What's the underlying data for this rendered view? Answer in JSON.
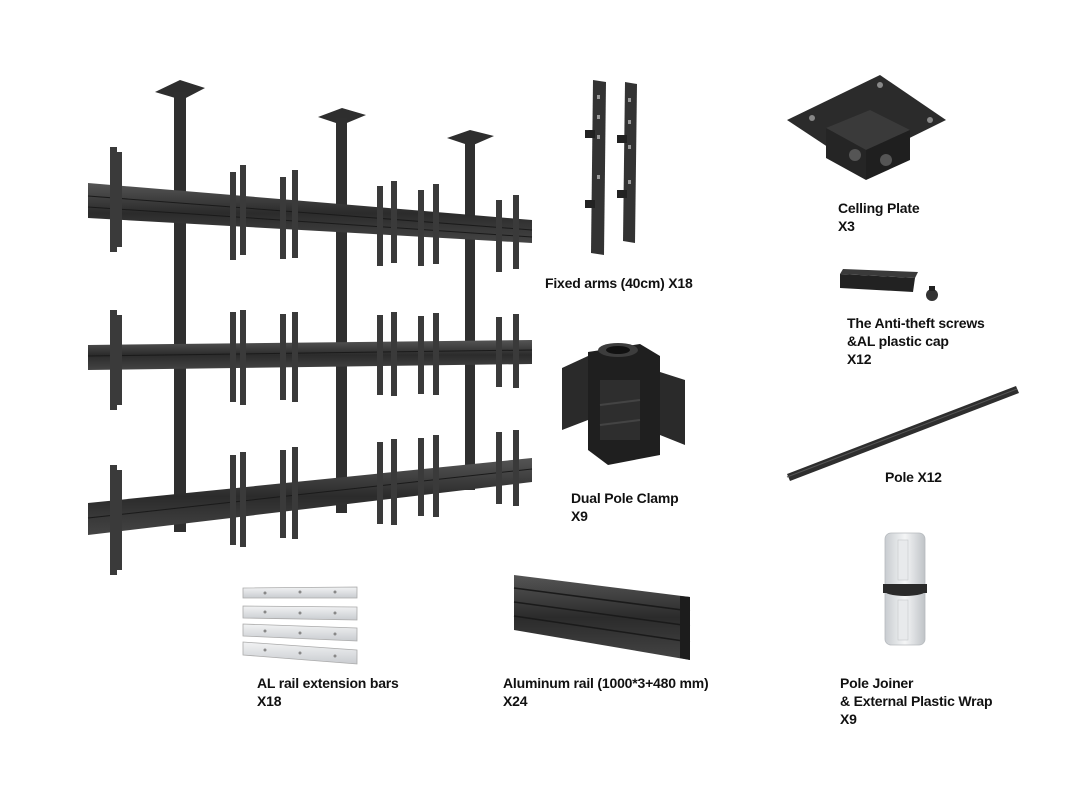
{
  "colors": {
    "background": "#ffffff",
    "hardware_dark": "#2a2a2a",
    "hardware_mid": "#3a3a3a",
    "hardware_light": "#d9dcdf",
    "label_text": "#111111"
  },
  "labels": {
    "fixed_arms": "Fixed arms (40cm) X18",
    "ceiling_plate": {
      "line1": "Celling Plate",
      "line2": "X3"
    },
    "anti_theft": {
      "line1": "The Anti-theft screws",
      "line2": "&AL plastic cap",
      "line3": "X12"
    },
    "dual_pole_clamp": {
      "line1": "Dual Pole Clamp",
      "line2": "X9"
    },
    "pole": "Pole X12",
    "al_rail_extension": {
      "line1": "AL rail extension bars",
      "line2": "X18"
    },
    "aluminum_rail": {
      "line1": "Aluminum rail (1000*3+480 mm)",
      "line2": "X24"
    },
    "pole_joiner": {
      "line1": "Pole Joiner",
      "line2": "& External Plastic Wrap",
      "line3": "X9"
    }
  }
}
